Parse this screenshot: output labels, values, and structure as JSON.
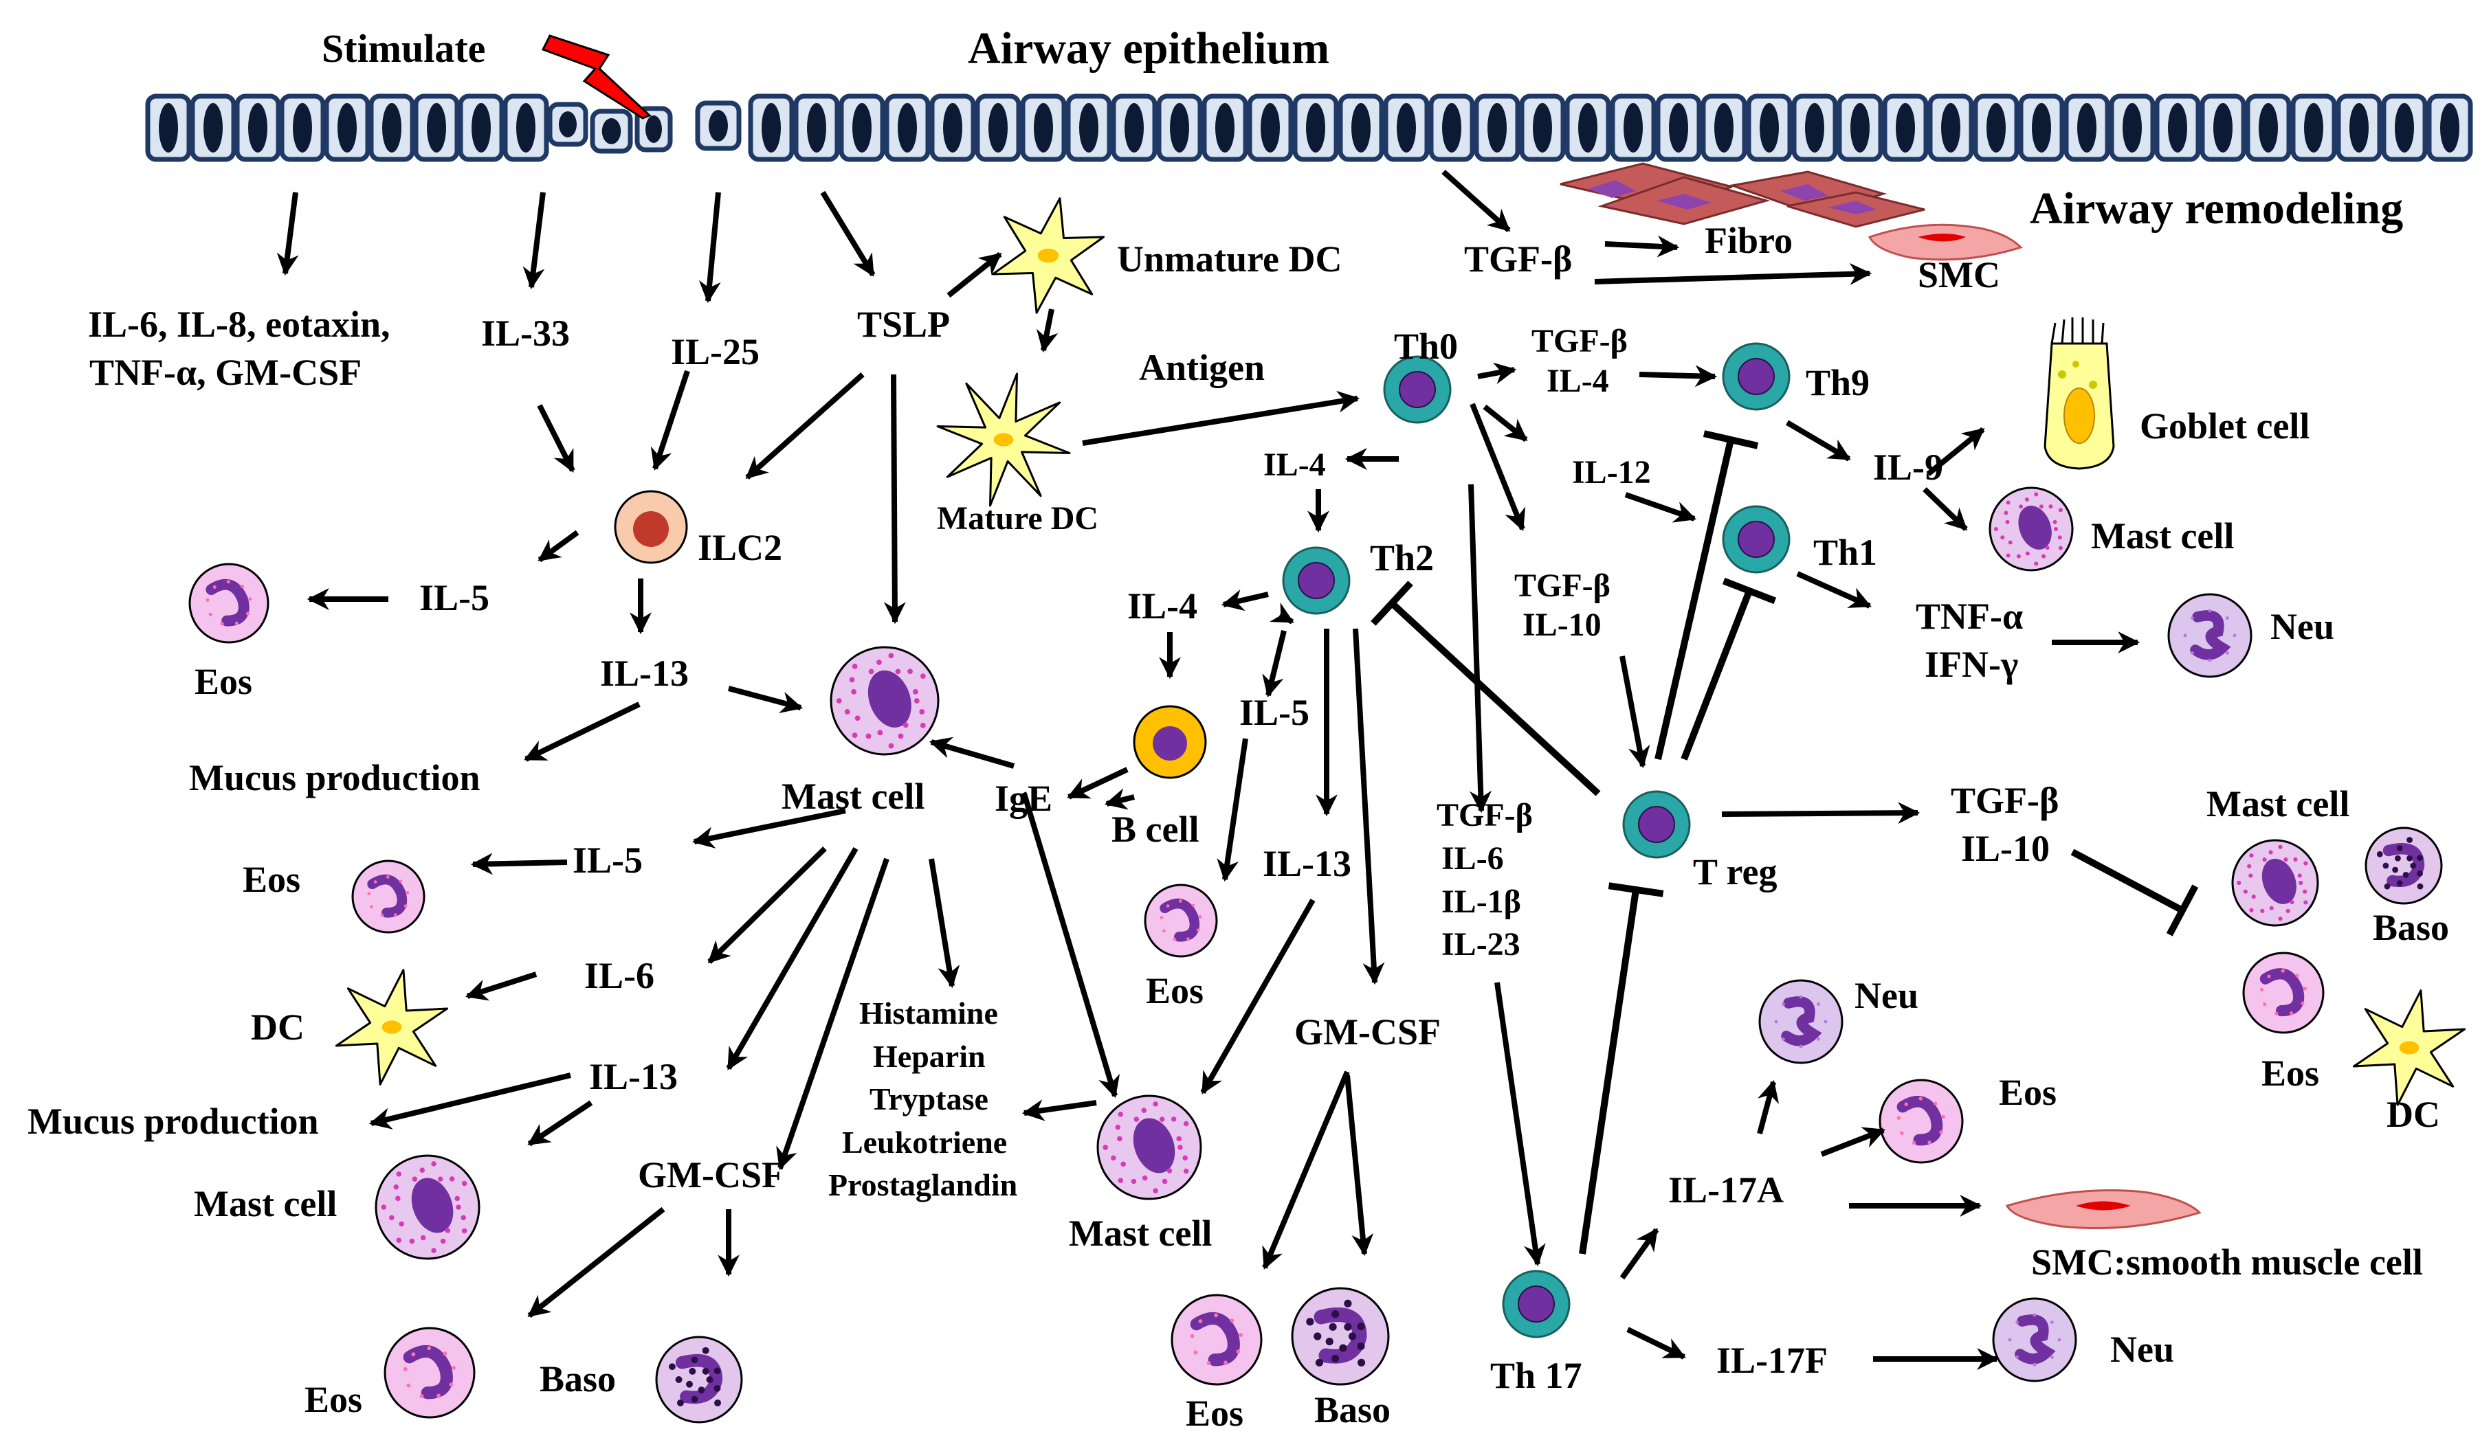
{
  "header": {
    "stimulate": "Stimulate",
    "epithelium": "Airway epithelium",
    "remodeling": "Airway remodeling"
  },
  "labels": {
    "il6_il8_eotaxin": "IL-6, IL-8, eotaxin,",
    "tnfa_gmcsf": "TNF-α, GM-CSF",
    "il33": "IL-33",
    "il25": "IL-25",
    "tslp": "TSLP",
    "unmature_dc": "Unmature DC",
    "mature_dc": "Mature DC",
    "antigen": "Antigen",
    "tgfb_remodel": "TGF-β",
    "fibro": "Fibro",
    "smc": "SMC",
    "ilc2": "ILC2",
    "il5_ilc2": "IL-5",
    "eos_ilc2": "Eos",
    "il13_ilc2": "IL-13",
    "mucus_1": "Mucus production",
    "mast_cell_center": "Mast cell",
    "ige": "IgE",
    "b_cell": "B cell",
    "il4_th2": "IL-4",
    "th0": "Th0",
    "tgfb_il4_a": "TGF-β",
    "tgfb_il4_b": "IL-4",
    "th9": "Th9",
    "il4_th0": "IL-4",
    "il12": "IL-12",
    "th1": "Th1",
    "il9": "IL-9",
    "goblet_cell": "Goblet cell",
    "mast_cell_il9": "Mast cell",
    "tnfa": "TNF-α",
    "ifng": "IFN-γ",
    "neu_th1": "Neu",
    "th2": "Th2",
    "tgfb_treg_a": "TGF-β",
    "tgfb_treg_b": "IL-10",
    "il5_th2": "IL-5",
    "il13_th2": "IL-13",
    "eos_th2": "Eos",
    "th17_cyt_a": "TGF-β",
    "th17_cyt_b": "IL-6",
    "th17_cyt_c": "IL-1β",
    "th17_cyt_d": "IL-23",
    "treg": "T reg",
    "treg_out_a": "TGF-β",
    "treg_out_b": "IL-10",
    "mast_cell_right": "Mast cell",
    "baso_right": "Baso",
    "eos_right": "Eos",
    "dc_right": "DC",
    "il5_mast": "IL-5",
    "eos_mast": "Eos",
    "il6_mast": "IL-6",
    "dc_mast": "DC",
    "il13_mast": "IL-13",
    "mucus_2": "Mucus production",
    "mast_cell_left": "Mast cell",
    "gmcsf_mast": "GM-CSF",
    "eos_bottom_left": "Eos",
    "baso_bottom_left": "Baso",
    "histamine": "Histamine",
    "heparin": "Heparin",
    "tryptase": "Tryptase",
    "leukotriene": "Leukotriene",
    "prostaglandin": "Prostaglandin",
    "mast_cell_bottom": "Mast cell",
    "gmcsf_th2": "GM-CSF",
    "eos_bottom_mid": "Eos",
    "baso_bottom_mid": "Baso",
    "th17": "Th 17",
    "neu_il17a": "Neu",
    "eos_il17a": "Eos",
    "il17a": "IL-17A",
    "smc_legend": "SMC:smooth muscle cell",
    "il17f": "IL-17F",
    "neu_il17f": "Neu"
  },
  "colors": {
    "epithelium_fill": "#dce6f2",
    "epithelium_stroke": "#1f3864",
    "nucleus": "#0d1a33",
    "t_cell_fill": "#2aa7a7",
    "t_cell_nucleus": "#7030a0",
    "granulocyte_fill": "#e8c8ee",
    "granulocyte_stroke": "#7030a0",
    "granule": "#d63bb5",
    "dc_fill": "#ffff99",
    "dc_nucleus": "#ffc000",
    "ilc2_fill": "#f8cbad",
    "ilc2_nucleus": "#c0392b",
    "bcell_fill": "#ffc000",
    "fibro_fill": "#c55a5a",
    "smc_fill": "#f4a6a6",
    "smc_core": "#e00000",
    "goblet_fill": "#ffff99",
    "lightning": "#ff0000"
  }
}
